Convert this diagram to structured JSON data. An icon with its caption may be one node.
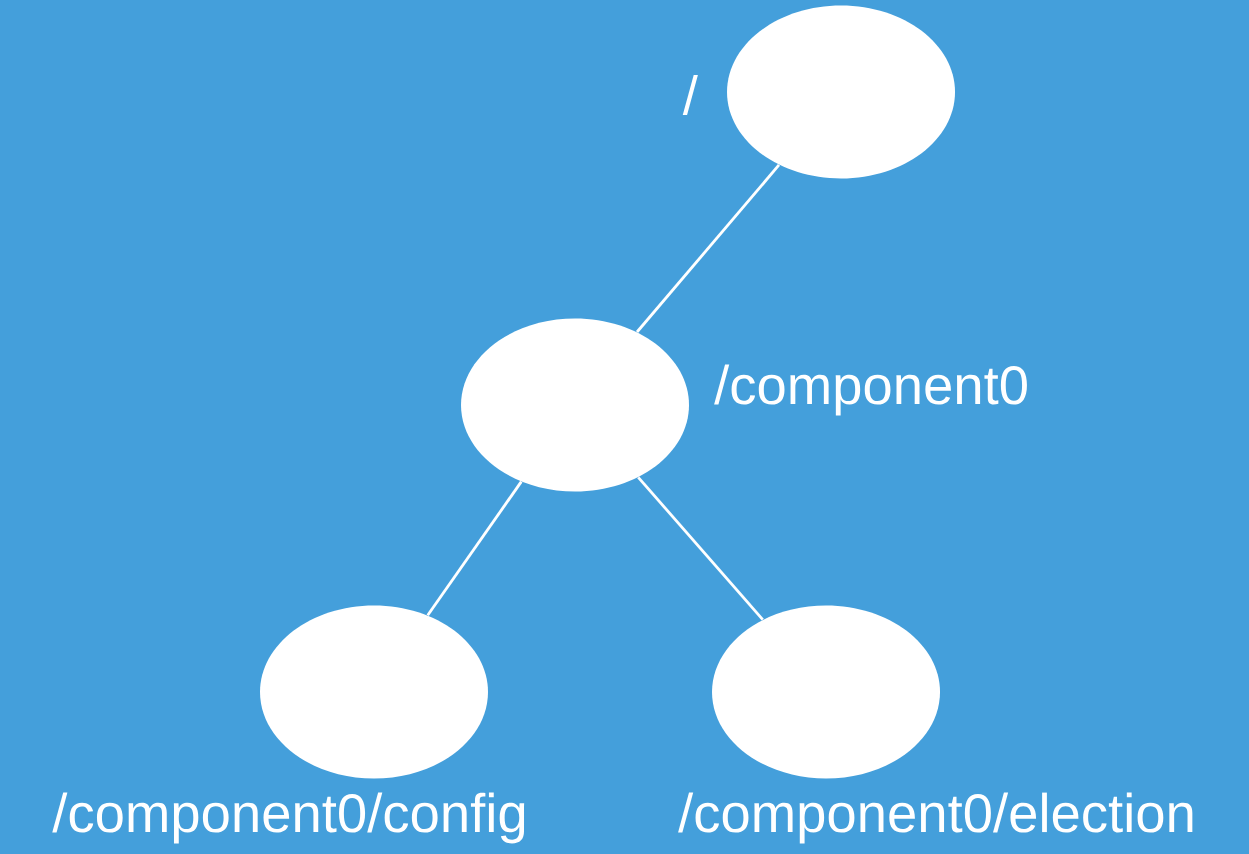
{
  "diagram": {
    "nodes": [
      {
        "text": [],
        "shape": "circle",
        "beside": [
          "/"
        ]
      },
      {
        "text": [],
        "shape": "circle",
        "beside": [
          "/component0"
        ]
      },
      {
        "text": [],
        "shape": "circle",
        "beside": [
          "/component0/config"
        ]
      },
      {
        "text": [],
        "shape": "circle",
        "beside": [
          "/component0/election"
        ]
      }
    ],
    "edges": [
      {
        "from": 0,
        "to": 1,
        "arrow": "none"
      },
      {
        "from": 1,
        "to": 2,
        "arrow": "none"
      },
      {
        "from": 1,
        "to": 3,
        "arrow": "none"
      }
    ]
  }
}
